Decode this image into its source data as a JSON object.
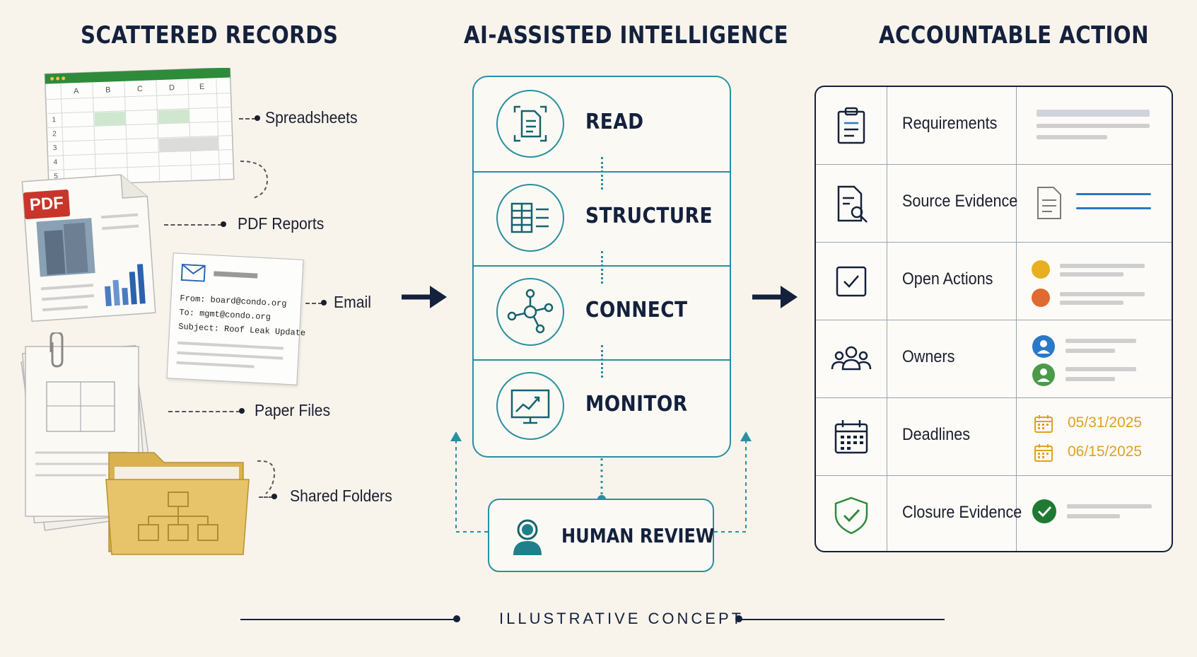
{
  "titles": {
    "left": "SCATTERED RECORDS",
    "middle": "AI-ASSISTED INTELLIGENCE",
    "right": "ACCOUNTABLE ACTION"
  },
  "sources": {
    "spreadsheets": "Spreadsheets",
    "pdf": "PDF Reports",
    "email": "Email",
    "paper": "Paper Files",
    "shared": "Shared Folders"
  },
  "pdf_badge": "PDF",
  "spreadsheet": {
    "columns": [
      "A",
      "B",
      "C",
      "D",
      "E"
    ],
    "rows": [
      "1",
      "2",
      "3",
      "4",
      "5"
    ]
  },
  "email_card": {
    "from": "From:  board@condo.org",
    "to": "To:   mgmt@condo.org",
    "subject": "Subject:  Roof Leak Update"
  },
  "steps": [
    {
      "label": "READ",
      "icon": "document-scan-icon"
    },
    {
      "label": "STRUCTURE",
      "icon": "table-list-icon"
    },
    {
      "label": "CONNECT",
      "icon": "network-icon"
    },
    {
      "label": "MONITOR",
      "icon": "trend-monitor-icon"
    }
  ],
  "review": {
    "label": "HUMAN REVIEW",
    "icon": "person-icon"
  },
  "table_rows": [
    {
      "label": "Requirements",
      "icon": "clipboard-icon"
    },
    {
      "label": "Source Evidence",
      "icon": "document-search-icon"
    },
    {
      "label": "Open Actions",
      "icon": "checkbox-icon"
    },
    {
      "label": "Owners",
      "icon": "people-icon"
    },
    {
      "label": "Deadlines",
      "icon": "calendar-icon"
    },
    {
      "label": "Closure Evidence",
      "icon": "shield-check-icon"
    }
  ],
  "dates": [
    "05/31/2025",
    "06/15/2025"
  ],
  "colors": {
    "navy": "#14213d",
    "teal": "#2a8fa0",
    "blue": "#2a78c8",
    "yellow": "#e8b020",
    "orange": "#e06a30",
    "green": "#2e8b3a"
  },
  "footer": "ILLUSTRATIVE CONCEPT"
}
